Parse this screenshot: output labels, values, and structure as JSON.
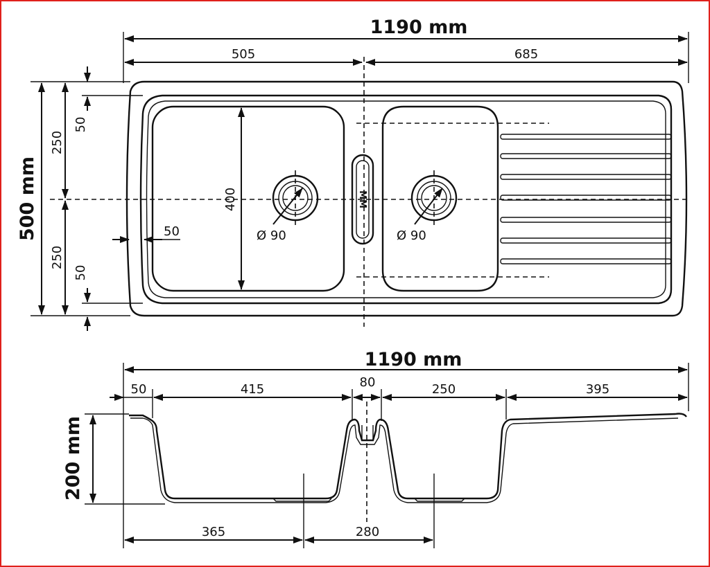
{
  "top_view": {
    "total_width": "1190 mm",
    "width_left": "505",
    "width_right": "685",
    "total_depth": "500 mm",
    "half_upper": "250",
    "half_lower": "250",
    "margin_top": "50",
    "margin_bottom": "50",
    "margin_side": "50",
    "bowl_height": "400",
    "drain_left": "Ø 90",
    "drain_right": "Ø 90"
  },
  "side_view": {
    "total_width": "1190 mm",
    "seg_1": "50",
    "seg_2": "415",
    "seg_3": "80",
    "seg_4": "250",
    "seg_5": "395",
    "depth": "200 mm",
    "bottom_1": "365",
    "bottom_2": "280"
  },
  "colors": {
    "frame": "#e0201c",
    "ink": "#111111"
  }
}
